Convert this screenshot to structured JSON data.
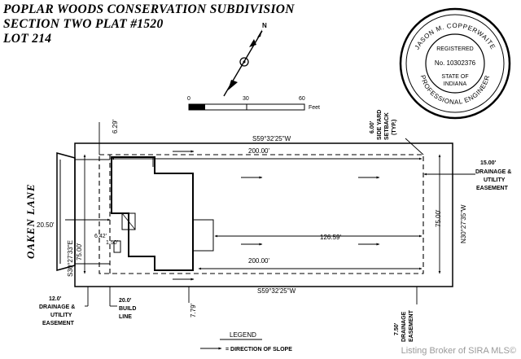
{
  "title": {
    "line1": "POPLAR WOODS CONSERVATION SUBDIVISION",
    "line2": "SECTION TWO PLAT #1520",
    "line3": "LOT 214"
  },
  "north_arrow": {
    "letter": "N"
  },
  "scale_bar": {
    "ticks": [
      "0",
      "30",
      "60"
    ],
    "unit": "Feet"
  },
  "seal": {
    "name": "JASON M. COPPERWAITE",
    "registered": "REGISTERED",
    "number": "No. 10302376",
    "state_of": "STATE OF",
    "state": "INDIANA",
    "profession": "PROFESSIONAL ENGINEER"
  },
  "street": "OAKEN LANE",
  "dimensions": {
    "top_bearing": "S59°32'25\"W",
    "top_length": "200.00'",
    "bottom_length": "200.00'",
    "bottom_bearing": "S59°32'25\"W",
    "right_length": "75.00'",
    "right_bearing": "N30°27'35\"W",
    "left_length": "75.00'",
    "left_bearing": "S30°27'33\"E",
    "house_depth": "126.59'",
    "front_setback": "20.50'",
    "offset_a": "6.42'",
    "offset_b": "1.50'",
    "top_offset": "6.29'",
    "bottom_offset": "7.79'"
  },
  "notes": {
    "side_yard": [
      "6.00'",
      "SIDE YARD",
      "SETBACK",
      "(TYP.)"
    ],
    "right_easement": [
      "15.00'",
      "DRAINAGE &",
      "UTILITY",
      "EASEMENT"
    ],
    "left_easement": [
      "12.0'",
      "DRAINAGE &",
      "UTILITY",
      "EASEMENT"
    ],
    "build_line": [
      "20.0'",
      "BUILD",
      "LINE"
    ],
    "bottom_easement": [
      "7.50'",
      "DRAINAGE",
      "EASEMENT"
    ]
  },
  "legend": {
    "title": "LEGEND",
    "item": "= DIRECTION OF SLOPE"
  },
  "watermark": "Listing Broker of SIRA MLS©"
}
